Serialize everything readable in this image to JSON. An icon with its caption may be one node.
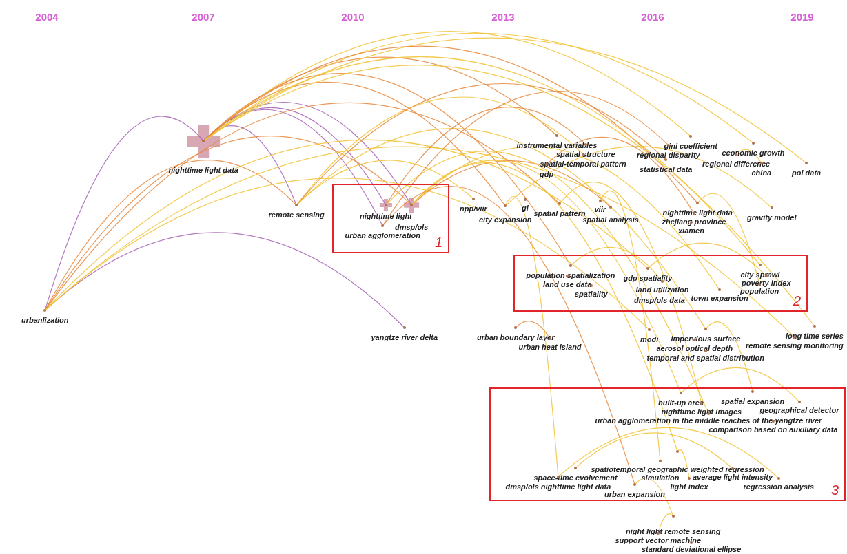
{
  "diagram": {
    "nodes": [
      {
        "text": [
          "nighttime light data"
        ]
      },
      {
        "text": [
          "remote sensing"
        ]
      },
      {
        "text": [
          "1"
        ]
      },
      {
        "text": [
          "nighttime light"
        ],
        "in": 2
      },
      {
        "text": [
          "dmsp/ols"
        ],
        "in": 2
      },
      {
        "text": [
          "urban agglomeration"
        ],
        "in": 2
      },
      {
        "text": [
          "urbanlization"
        ]
      },
      {
        "text": [
          "yangtze river delta"
        ]
      },
      {
        "text": [
          "npp/viir"
        ]
      },
      {
        "text": [
          "city expansion"
        ]
      },
      {
        "text": [
          "gi"
        ]
      },
      {
        "text": [
          "spatial pattern"
        ]
      },
      {
        "text": [
          "viir"
        ]
      },
      {
        "text": [
          "spatial analysis"
        ]
      },
      {
        "text": [
          "instrumental variables"
        ]
      },
      {
        "text": [
          "spatial structure"
        ]
      },
      {
        "text": [
          "spatial-temporal pattern"
        ]
      },
      {
        "text": [
          "gdp"
        ]
      },
      {
        "text": [
          "gini coefficient"
        ]
      },
      {
        "text": [
          "regional disparity"
        ]
      },
      {
        "text": [
          "economic growth"
        ]
      },
      {
        "text": [
          "statistical data"
        ]
      },
      {
        "text": [
          "regional difference"
        ]
      },
      {
        "text": [
          "china"
        ]
      },
      {
        "text": [
          "poi data"
        ]
      },
      {
        "text": [
          "nighttime light data"
        ]
      },
      {
        "text": [
          "zhejiang province"
        ]
      },
      {
        "text": [
          "xiamen"
        ]
      },
      {
        "text": [
          "gravity model"
        ]
      },
      {
        "text": [
          "2"
        ]
      },
      {
        "text": [
          "population spatialization"
        ],
        "in": 29
      },
      {
        "text": [
          "land use data"
        ],
        "in": 29
      },
      {
        "text": [
          "spatiality"
        ],
        "in": 29
      },
      {
        "text": [
          "gdp spatiality"
        ],
        "in": 29
      },
      {
        "text": [
          "land utilization"
        ],
        "in": 29
      },
      {
        "text": [
          "dmsp/ols data"
        ],
        "in": 29
      },
      {
        "text": [
          "town expansion"
        ],
        "in": 29
      },
      {
        "text": [
          "city sprawl"
        ],
        "in": 29
      },
      {
        "text": [
          "poverty index"
        ],
        "in": 29
      },
      {
        "text": [
          "population"
        ],
        "in": 29
      },
      {
        "text": [
          "urban boundary layer"
        ]
      },
      {
        "text": [
          "urban heat island"
        ]
      },
      {
        "text": [
          "modi"
        ]
      },
      {
        "text": [
          "impervious surface"
        ]
      },
      {
        "text": [
          "aerosol optical depth"
        ]
      },
      {
        "text": [
          "temporal and spatial distribution"
        ]
      },
      {
        "text": [
          "long time series"
        ]
      },
      {
        "text": [
          "remote sensing monitoring"
        ]
      },
      {
        "text": [
          "3"
        ]
      },
      {
        "text": [
          "built-up area"
        ],
        "in": 48
      },
      {
        "text": [
          "spatial expansion"
        ],
        "in": 48
      },
      {
        "text": [
          "geographical detector"
        ],
        "in": 48
      },
      {
        "text": [
          "nighttime light images"
        ],
        "in": 48
      },
      {
        "text": [
          "urban agglomeration in the middle reaches of the yangtze river"
        ],
        "in": 48
      },
      {
        "text": [
          "comparison based on auxiliary data"
        ],
        "in": 48
      },
      {
        "text": [
          "spatiotemporal geographic weighted regression"
        ],
        "in": 48
      },
      {
        "text": [
          "space-time evolvement"
        ],
        "in": 48
      },
      {
        "text": [
          "simulation"
        ],
        "in": 48
      },
      {
        "text": [
          "average light intensity"
        ],
        "in": 48
      },
      {
        "text": [
          "dmsp/ols nighttime light data"
        ],
        "in": 48
      },
      {
        "text": [
          "light index"
        ],
        "in": 48
      },
      {
        "text": [
          "regression analysis"
        ],
        "in": 48
      },
      {
        "text": [
          "urban expansion"
        ],
        "in": 48
      },
      {
        "text": [
          "night light remote sensing"
        ]
      },
      {
        "text": [
          "support vector machine"
        ]
      },
      {
        "text": [
          "standard deviational ellipse"
        ]
      }
    ],
    "edges": [
      {
        "from": 0,
        "to": 6,
        "arrow": "none",
        "color": "#a55fb5"
      },
      {
        "from": 0,
        "to": 1,
        "arrow": "none",
        "color": "#a55fb5"
      },
      {
        "from": 0,
        "to": 5,
        "arrow": "none",
        "color": "#a55fb5"
      },
      {
        "from": 0,
        "to": 3,
        "arrow": "none",
        "color": "#a55fb5"
      },
      {
        "from": 0,
        "to": 4,
        "arrow": "none",
        "color": "#a55fb5"
      },
      {
        "from": 6,
        "to": 7,
        "arrow": "none",
        "color": "#a55fb5"
      },
      {
        "from": 0,
        "to": 9,
        "arrow": "none",
        "color": "#e8863a"
      },
      {
        "from": 0,
        "to": 14,
        "arrow": "none",
        "color": "#e8863a"
      },
      {
        "from": 0,
        "to": 18,
        "arrow": "none"
      },
      {
        "from": 0,
        "to": 20,
        "arrow": "none"
      },
      {
        "from": 0,
        "to": 24,
        "arrow": "none"
      },
      {
        "from": 0,
        "to": 25,
        "arrow": "none",
        "color": "#e8863a"
      },
      {
        "from": 0,
        "to": 30,
        "arrow": "none",
        "color": "#e8863a"
      },
      {
        "from": 0,
        "to": 37,
        "arrow": "none"
      },
      {
        "from": 0,
        "to": 46,
        "arrow": "none"
      },
      {
        "from": 6,
        "to": 1,
        "arrow": "none",
        "color": "#e8863a"
      },
      {
        "from": 6,
        "to": 4,
        "arrow": "none",
        "color": "#e8863a"
      },
      {
        "from": 6,
        "to": 11,
        "arrow": "none",
        "color": "#e8863a"
      },
      {
        "from": 6,
        "to": 33,
        "arrow": "none"
      },
      {
        "from": 6,
        "to": 42,
        "arrow": "none"
      },
      {
        "from": 6,
        "to": 47,
        "arrow": "none"
      },
      {
        "from": 1,
        "to": 8,
        "arrow": "none"
      },
      {
        "from": 1,
        "to": 16,
        "arrow": "none"
      },
      {
        "from": 1,
        "to": 21,
        "arrow": "none",
        "color": "#e8863a"
      },
      {
        "from": 1,
        "to": 43,
        "arrow": "none"
      },
      {
        "from": 4,
        "to": 13,
        "arrow": "none",
        "color": "#e8863a"
      },
      {
        "from": 4,
        "to": 36,
        "arrow": "none"
      },
      {
        "from": 4,
        "to": 55,
        "arrow": "none"
      },
      {
        "from": 4,
        "to": 49,
        "arrow": "none"
      },
      {
        "from": 3,
        "to": 15,
        "arrow": "none",
        "color": "#e8863a"
      },
      {
        "from": 3,
        "to": 53,
        "arrow": "none"
      },
      {
        "from": 5,
        "to": 19,
        "arrow": "none",
        "color": "#e8863a"
      },
      {
        "from": 5,
        "to": 62,
        "arrow": "none",
        "color": "#e8863a"
      },
      {
        "from": 9,
        "to": 28,
        "arrow": "none"
      },
      {
        "from": 9,
        "to": 59,
        "arrow": "none"
      },
      {
        "from": 17,
        "to": 26,
        "arrow": "none",
        "color": "#e8863a"
      },
      {
        "from": 11,
        "to": 52,
        "arrow": "none"
      },
      {
        "from": 12,
        "to": 57,
        "arrow": "none"
      },
      {
        "from": 30,
        "to": 34,
        "arrow": "none"
      },
      {
        "from": 33,
        "to": 38,
        "arrow": "none"
      },
      {
        "from": 40,
        "to": 41,
        "arrow": "none",
        "color": "#e8863a"
      },
      {
        "from": 43,
        "to": 50,
        "arrow": "none"
      },
      {
        "from": 56,
        "to": 58,
        "arrow": "none"
      },
      {
        "from": 59,
        "to": 61,
        "arrow": "none"
      },
      {
        "from": 62,
        "to": 63,
        "arrow": "none"
      },
      {
        "from": 63,
        "to": 64,
        "arrow": "none"
      },
      {
        "from": 55,
        "to": 60,
        "arrow": "none"
      },
      {
        "from": 49,
        "to": 51,
        "arrow": "none"
      },
      {
        "from": 25,
        "to": 39,
        "arrow": "none"
      },
      {
        "from": 22,
        "to": 23,
        "arrow": "none"
      }
    ],
    "labels": [
      "2004",
      "2007",
      "2010",
      "2013",
      "2016",
      "2019"
    ]
  }
}
